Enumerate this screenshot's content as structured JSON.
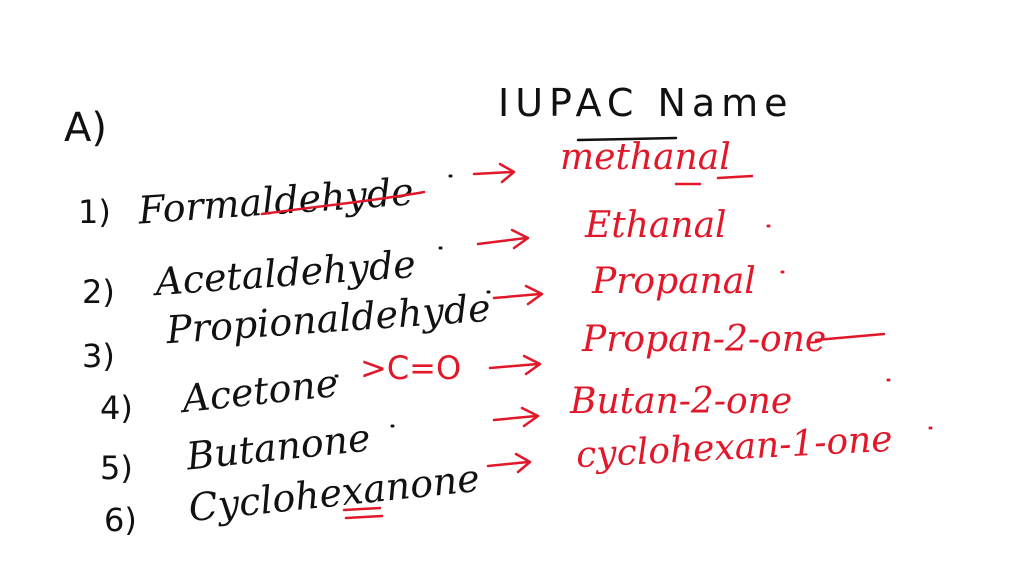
{
  "section_label": "A)",
  "column_header": "IUPAC Name",
  "colors": {
    "pen_black": "#111111",
    "pen_red": "#e0182a"
  },
  "rows": [
    {
      "number": "1)",
      "common_name": "Formaldehyde",
      "iupac_name": "methanal"
    },
    {
      "number": "2)",
      "common_name": "Acetaldehyde",
      "iupac_name": "Ethanal"
    },
    {
      "number": "3)",
      "common_name": "Propionaldehyde",
      "iupac_name": "Propanal"
    },
    {
      "number": "4)",
      "common_name": "Acetone",
      "note": ">C=O",
      "iupac_name": "Propan-2-one"
    },
    {
      "number": "5)",
      "common_name": "Butanone",
      "iupac_name": "Butan-2-one"
    },
    {
      "number": "6)",
      "common_name": "Cyclohexanone",
      "iupac_name": "cyclohexan-1-one"
    }
  ]
}
